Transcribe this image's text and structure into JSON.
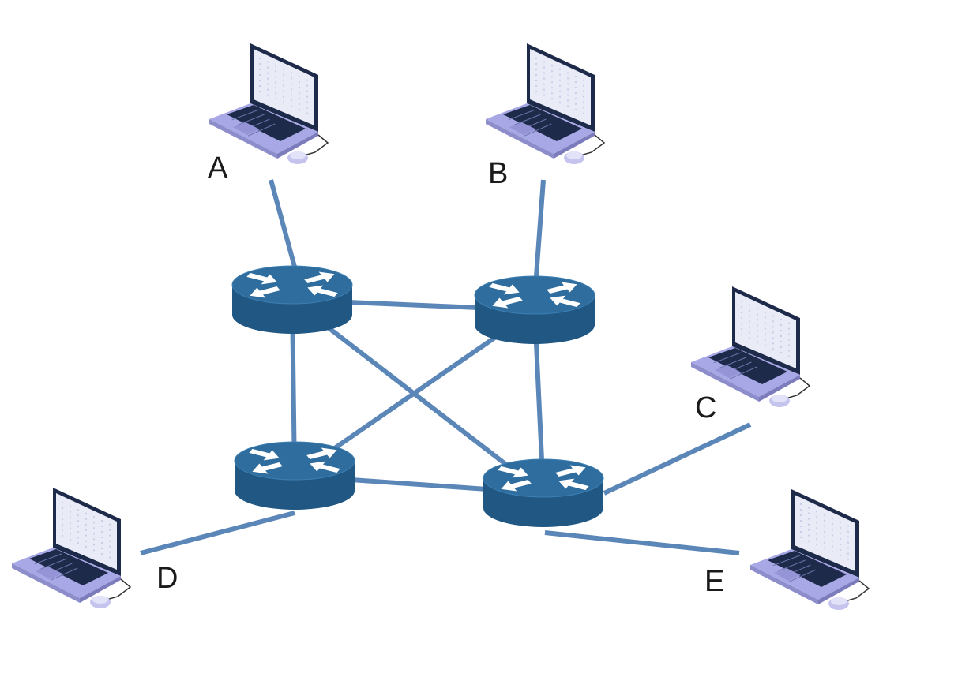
{
  "diagram": {
    "colors": {
      "background": "#ffffff",
      "link": "#5a86b8",
      "router_top": "#2f6d9e",
      "router_side": "#215783",
      "router_arrow": "#ffffff",
      "laptop_body": "#a8a8e6",
      "laptop_keys": "#1e2a4a",
      "laptop_screen_frame": "#1e2a4a",
      "laptop_screen": "#e9ecf7",
      "label_text": "#1a1a1a"
    },
    "routers": [
      {
        "id": "R1"
      },
      {
        "id": "R2"
      },
      {
        "id": "R3"
      },
      {
        "id": "R4"
      }
    ],
    "hosts": [
      {
        "id": "A",
        "label": "A"
      },
      {
        "id": "B",
        "label": "B"
      },
      {
        "id": "C",
        "label": "C"
      },
      {
        "id": "D",
        "label": "D"
      },
      {
        "id": "E",
        "label": "E"
      }
    ],
    "links": [
      [
        "A",
        "R1"
      ],
      [
        "B",
        "R2"
      ],
      [
        "C",
        "R4"
      ],
      [
        "D",
        "R3"
      ],
      [
        "E",
        "R4"
      ],
      [
        "R1",
        "R2"
      ],
      [
        "R1",
        "R3"
      ],
      [
        "R1",
        "R4"
      ],
      [
        "R2",
        "R3"
      ],
      [
        "R2",
        "R4"
      ],
      [
        "R3",
        "R4"
      ]
    ],
    "icons": {
      "router": "router-icon",
      "host": "laptop-icon"
    }
  }
}
